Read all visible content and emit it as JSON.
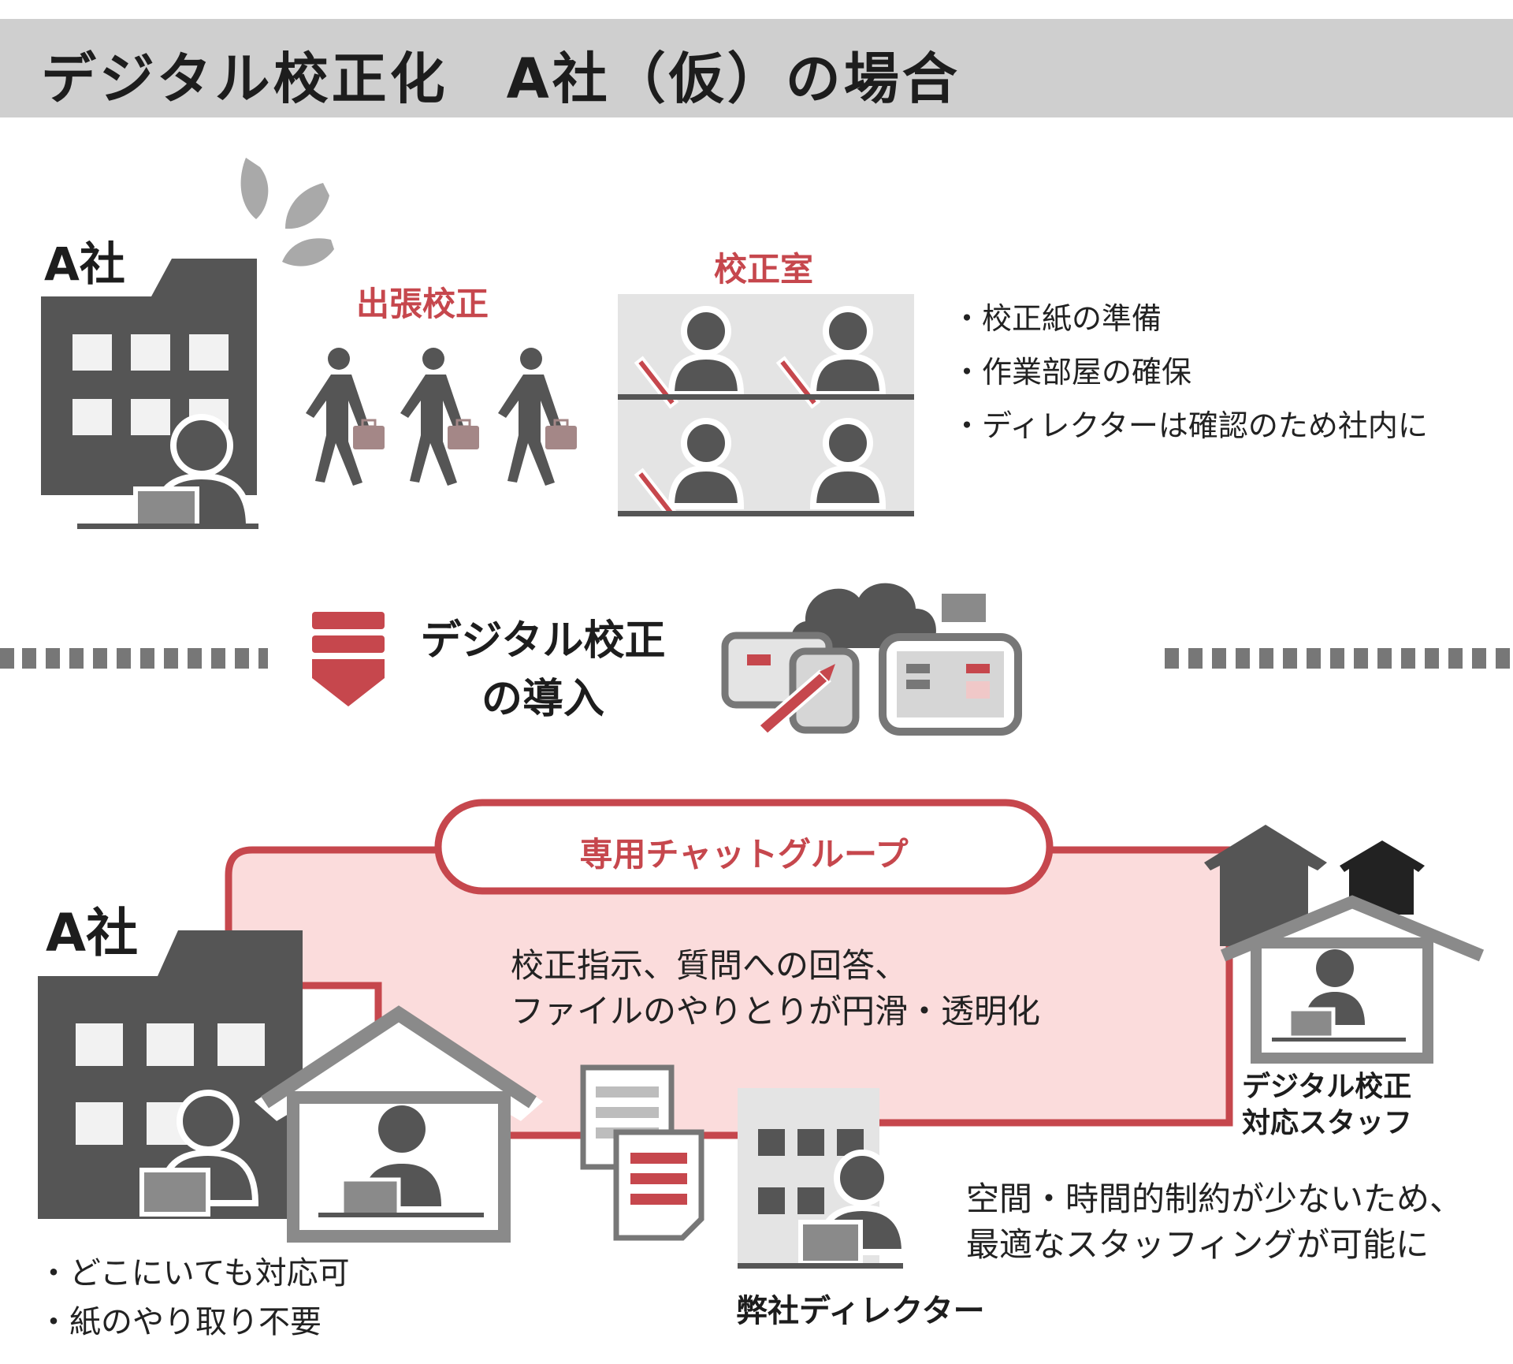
{
  "title": "デジタル校正化　A社（仮）の場合",
  "before": {
    "company_label": "A社",
    "trip_label": "出張校正",
    "room_label": "校正室",
    "bullets": [
      "・校正紙の準備",
      "・作業部屋の確保",
      "・ディレクターは確認のため社内に"
    ]
  },
  "transition": {
    "line1": "デジタル校正",
    "line2": "の導入"
  },
  "after": {
    "company_label": "A社",
    "chat_group_label": "専用チャットグループ",
    "chat_text": [
      "校正指示、質問への回答、",
      "ファイルのやりとりが円滑・透明化"
    ],
    "staff_label": [
      "デジタル校正",
      "対応スタッフ"
    ],
    "director_label": "弊社ディレクター",
    "left_bullets": [
      "・どこにいても対応可",
      "・紙のやり取り不要"
    ],
    "right_text": [
      "空間・時間的制約が少ないため、",
      "最適なスタッフィングが可能に"
    ]
  },
  "colors": {
    "accent_red": "#c6474d",
    "light_pink": "#fbdcdc",
    "dark_gray": "#555555",
    "mid_gray": "#8a8a8a",
    "title_bg": "#cfcfcf"
  }
}
